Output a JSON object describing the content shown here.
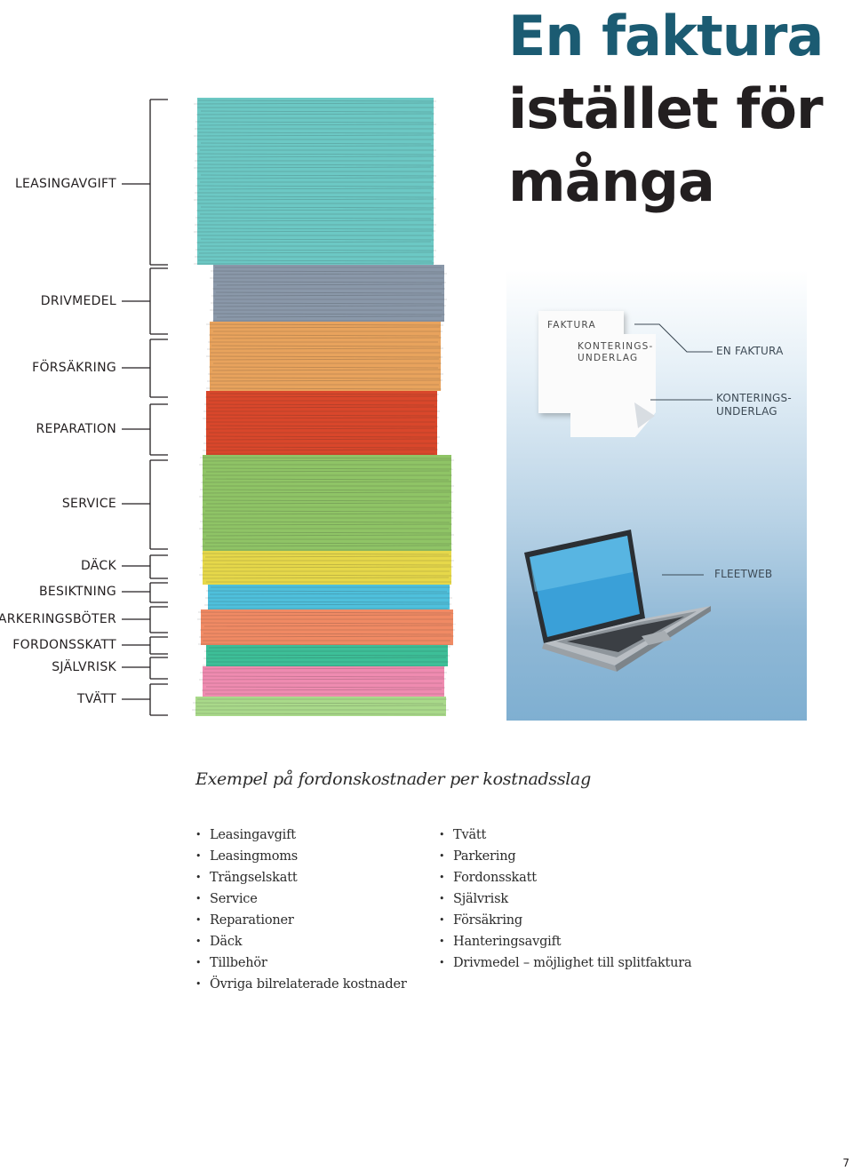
{
  "title": {
    "line1": "En faktura",
    "line2": "istället för",
    "line3": "många"
  },
  "stack_labels": [
    "LEASINGAVGIFT",
    "DRIVMEDEL",
    "FÖRSÄKRING",
    "REPARATION",
    "SERVICE",
    "DÄCK",
    "BESIKTNING",
    "PARKERINGSBÖTER",
    "FORDONSSKATT",
    "SJÄLVRISK",
    "TVÄTT"
  ],
  "panel": {
    "doc_back_label": "FAKTURA",
    "doc_front_label_1": "KONTERINGS-",
    "doc_front_label_2": "UNDERLAG",
    "label_en_faktura": "EN FAKTURA",
    "label_konteringsunderlag_1": "KONTERINGS-",
    "label_konteringsunderlag_2": "UNDERLAG",
    "label_fleetweb": "FLEETWEB"
  },
  "caption": "Exempel på fordonskostnader per kostnadsslag",
  "list_left": [
    "Leasingavgift",
    "Leasingmoms",
    "Trängselskatt",
    "Service",
    "Reparationer",
    "Däck",
    "Tillbehör",
    "Övriga bilrelaterade kostnader"
  ],
  "list_right": [
    "Tvätt",
    "Parkering",
    "Fordonsskatt",
    "Självrisk",
    "Försäkring",
    "Hanteringsavgift",
    "Drivmedel – möjlighet till splitfaktura"
  ],
  "page_number": "7",
  "colors": {
    "title_accent": "#1b5b72",
    "teal": "#6cc8c4",
    "slate": "#8a98a9",
    "orange": "#e8a35d",
    "red": "#d9472b",
    "green": "#8fc466",
    "yellow": "#e6d84a",
    "cyan": "#4fc0dc",
    "salmon": "#f08a64",
    "mint": "#3dbf98",
    "pink": "#ef8bb0",
    "lightgreen": "#a9d98a"
  }
}
